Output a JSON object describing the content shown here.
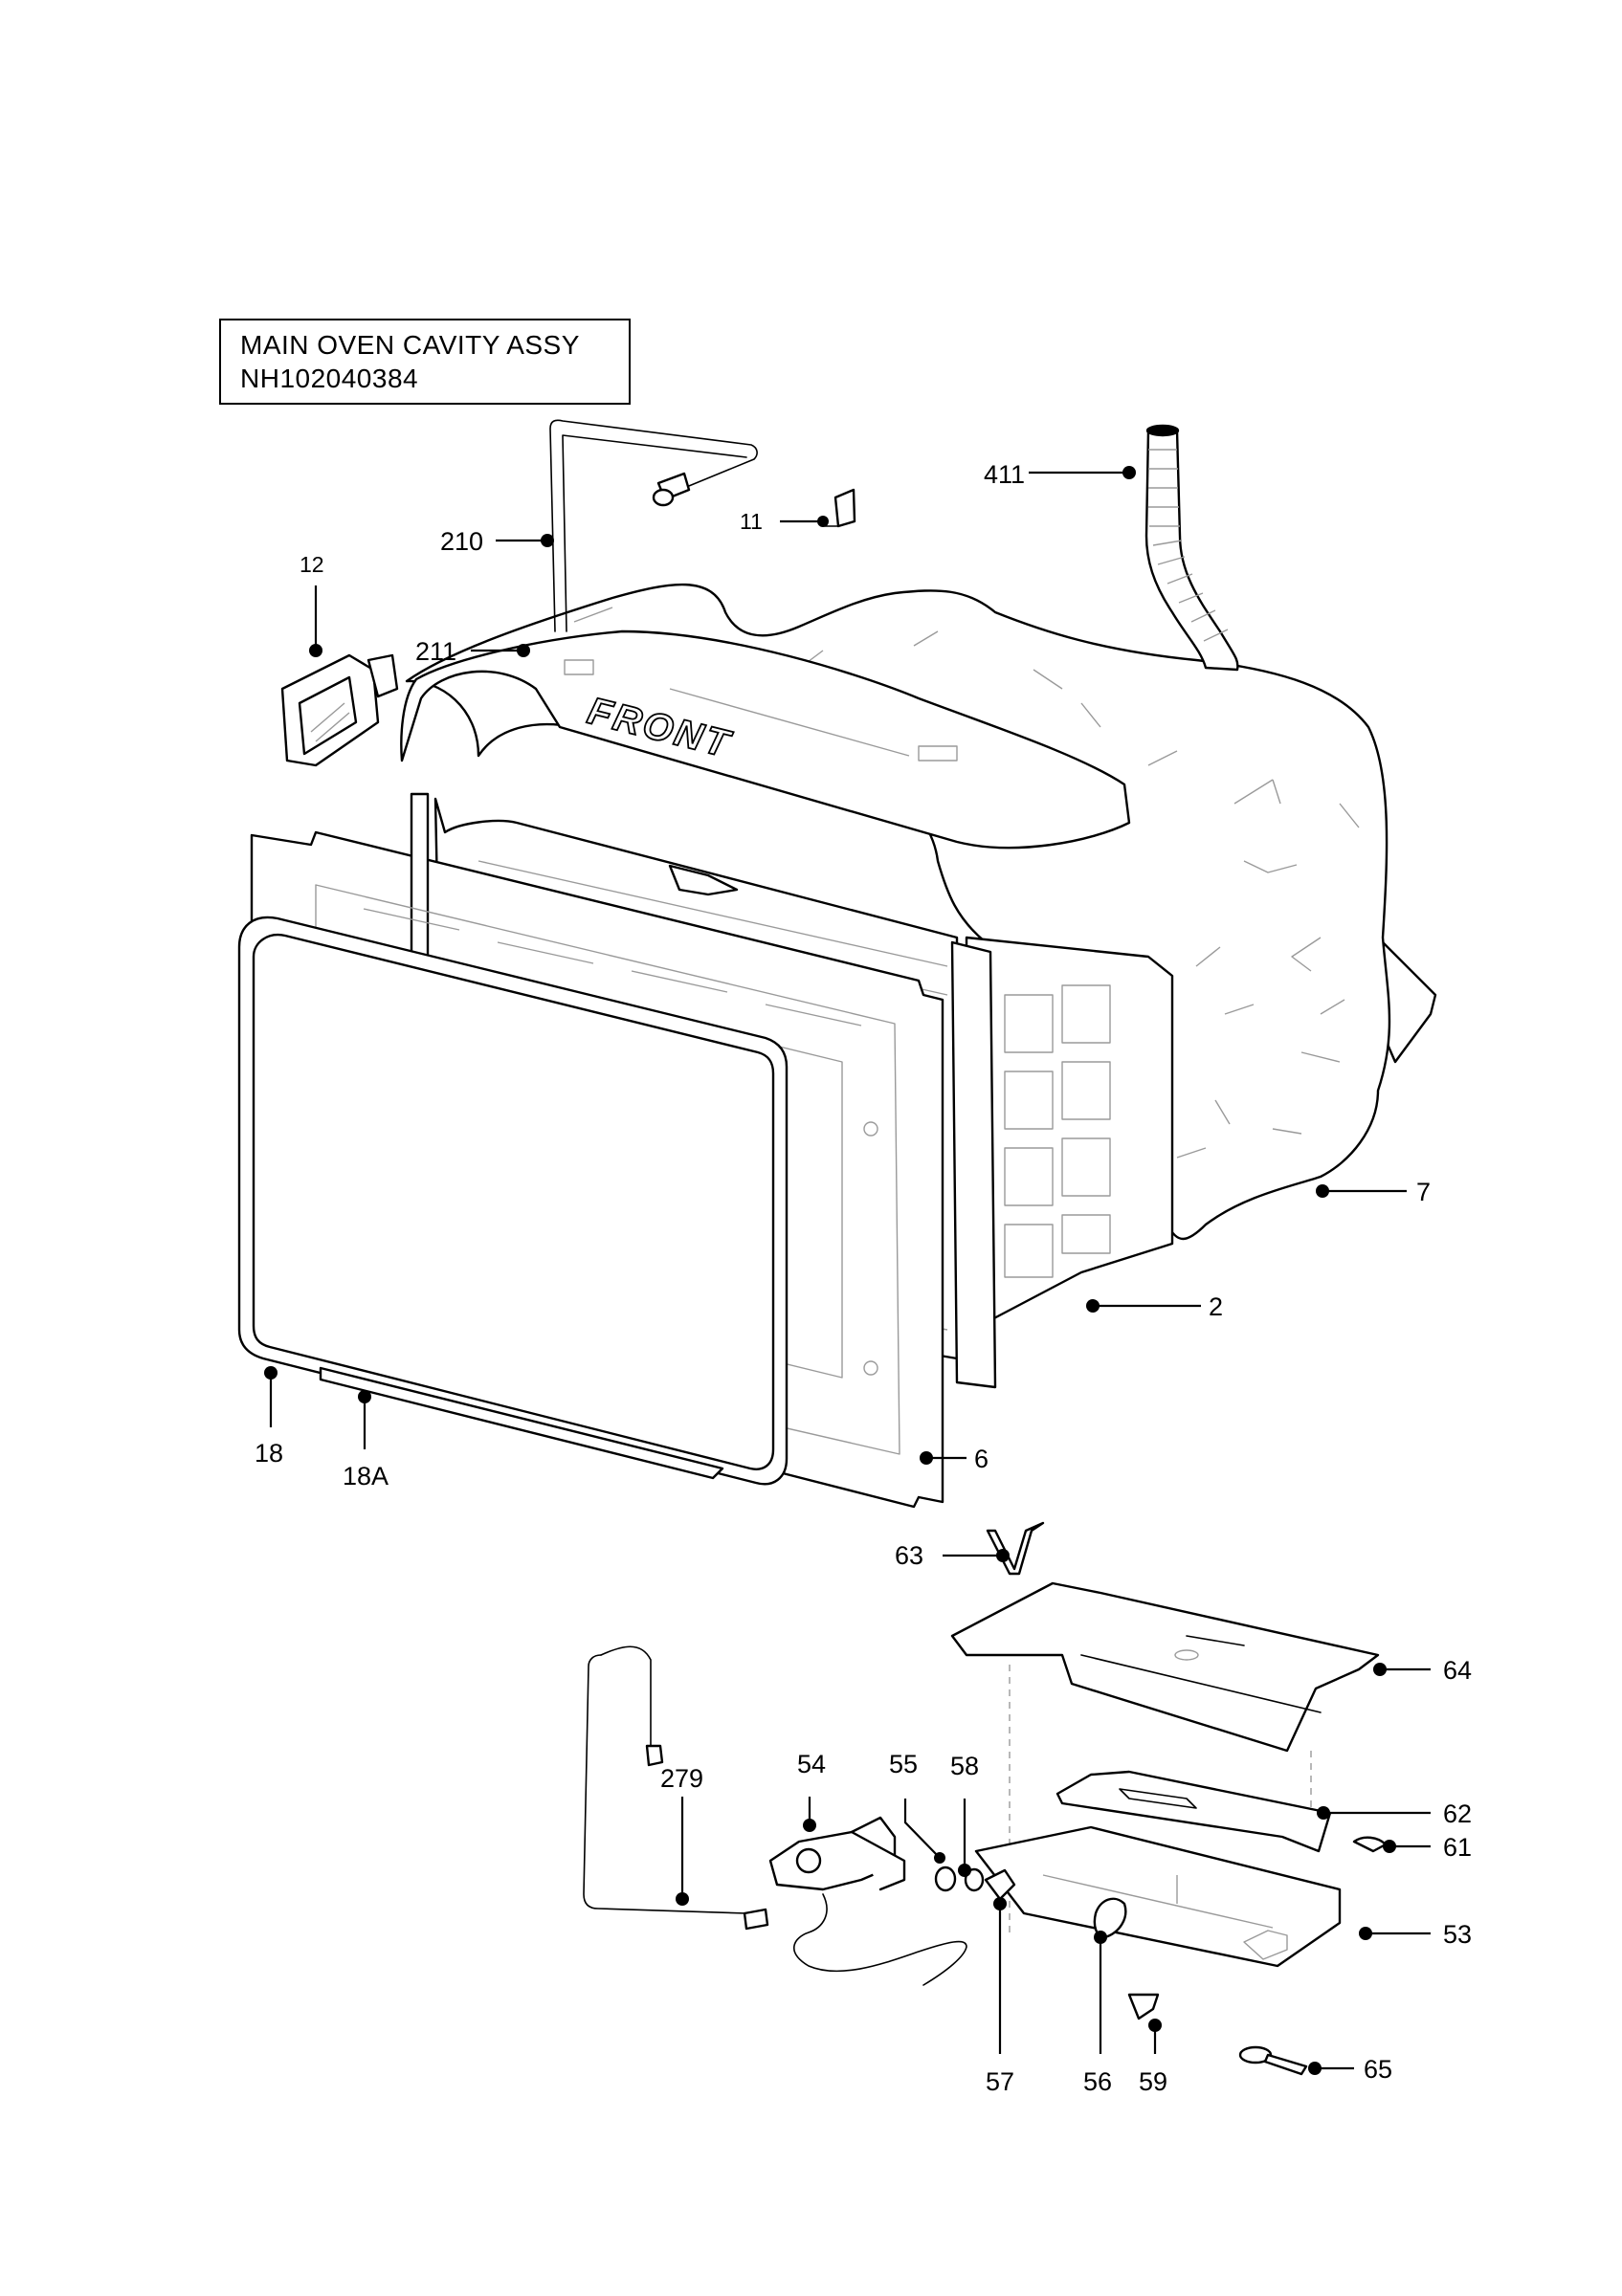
{
  "title": {
    "line1": "MAIN OVEN CAVITY ASSY",
    "line2": "NH102040384"
  },
  "front_marking": "FRONT",
  "callouts": [
    {
      "id": "c411",
      "label": "411"
    },
    {
      "id": "c11",
      "label": "11"
    },
    {
      "id": "c210",
      "label": "210"
    },
    {
      "id": "c12",
      "label": "12"
    },
    {
      "id": "c211",
      "label": "211"
    },
    {
      "id": "c7",
      "label": "7"
    },
    {
      "id": "c2",
      "label": "2"
    },
    {
      "id": "c18",
      "label": "18"
    },
    {
      "id": "c18A",
      "label": "18A"
    },
    {
      "id": "c6",
      "label": "6"
    },
    {
      "id": "c63",
      "label": "63"
    },
    {
      "id": "c64",
      "label": "64"
    },
    {
      "id": "c279",
      "label": "279"
    },
    {
      "id": "c54",
      "label": "54"
    },
    {
      "id": "c55",
      "label": "55"
    },
    {
      "id": "c58",
      "label": "58"
    },
    {
      "id": "c62",
      "label": "62"
    },
    {
      "id": "c61",
      "label": "61"
    },
    {
      "id": "c53",
      "label": "53"
    },
    {
      "id": "c57",
      "label": "57"
    },
    {
      "id": "c56",
      "label": "56"
    },
    {
      "id": "c59",
      "label": "59"
    },
    {
      "id": "c65",
      "label": "65"
    }
  ]
}
